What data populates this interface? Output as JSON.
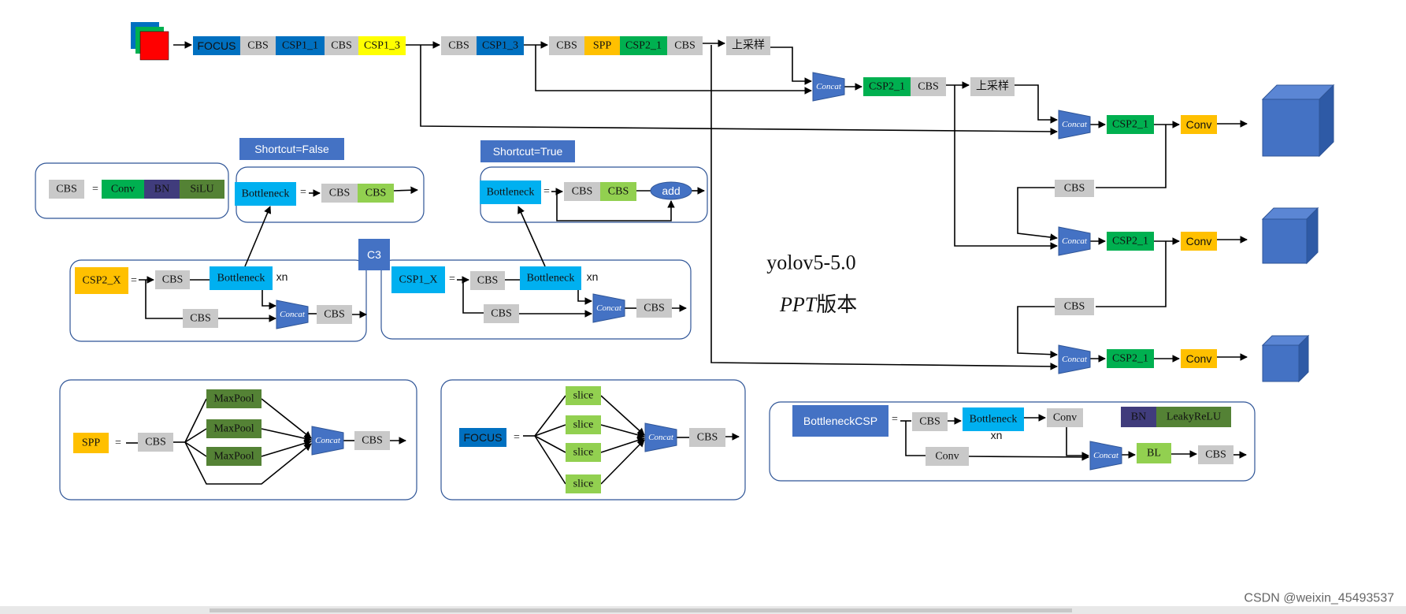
{
  "title": "yolov5-5.0",
  "subtitle_prefix": "PPT",
  "subtitle_suffix": "版本",
  "watermark": "CSDN @weixin_45493537",
  "colors": {
    "focus": "#0070c0",
    "cbs": "#c9c9c9",
    "csp_blue": "#0070c0",
    "csp_yellow": "#ffff00",
    "spp": "#ffc000",
    "csp2": "#00b050",
    "concat": "#4472c4",
    "conv_orange": "#ffc000",
    "bottleneck": "#00b0f0",
    "bn": "#403c7c",
    "silu": "#548235",
    "maxpool": "#548235",
    "slice": "#92d050",
    "cbs_green": "#92d050",
    "cube": "#4472c4",
    "header_box": "#4472c4",
    "panel_border": "#2f5597"
  },
  "backbone": {
    "focus": "FOCUS",
    "cbs": "CBS",
    "csp1_1": "CSP1_1",
    "csp1_3": "CSP1_3",
    "spp": "SPP",
    "csp2_1": "CSP2_1",
    "upsample": "上采样",
    "concat": "Concat",
    "conv": "Conv"
  },
  "legend": {
    "eq": "=",
    "shortcut_false": "Shortcut=False",
    "shortcut_true": "Shortcut=True",
    "bottleneck": "Bottleneck",
    "conv": "Conv",
    "bn": "BN",
    "silu": "SiLU",
    "add": "add",
    "c3": "C3",
    "csp2_x": "CSP2_X",
    "csp1_x": "CSP1_X",
    "xn": "xn",
    "maxpool": "MaxPool",
    "slice": "slice",
    "bottleneck_csp": "BottleneckCSP",
    "leaky": "LeakyReLU",
    "bl": "BL"
  }
}
